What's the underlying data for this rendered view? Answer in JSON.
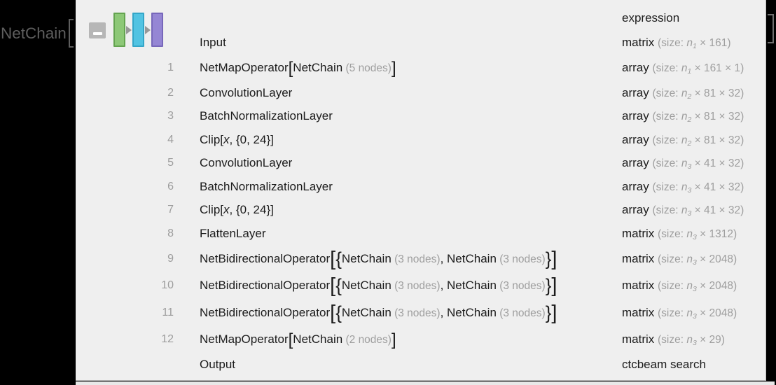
{
  "window": {
    "expr_prefix": "NetChain",
    "open_bracket": "[",
    "close_bracket": "]",
    "background": "#000000",
    "prefix_color": "#5e5e5e"
  },
  "panel": {
    "background": "#efefef",
    "text_color": "#1b1b1b",
    "muted_color": "#9e9e9e"
  },
  "icon": {
    "collapse_button": "minus-icon",
    "arrow_color": "#989898",
    "bars": [
      {
        "name": "layer-bar-green",
        "fill": "#8dc877",
        "border": "#64a450"
      },
      {
        "name": "layer-bar-blue",
        "fill": "#52c3e2",
        "border": "#34a6c8"
      },
      {
        "name": "layer-bar-purple",
        "fill": "#9586d4",
        "border": "#7767ba"
      }
    ]
  },
  "table": {
    "header": {
      "type_label": "expression"
    },
    "rows": [
      {
        "num": "",
        "label": [
          [
            "Input",
            "b"
          ]
        ],
        "kind": "matrix",
        "size": "(size: n_1 × 161)"
      },
      {
        "num": "1",
        "label": [
          [
            "NetMapOperator",
            "b"
          ],
          [
            "[",
            "bk1"
          ],
          [
            "NetChain",
            "b"
          ],
          [
            " (5 nodes)",
            "g"
          ],
          [
            "]",
            "bk1"
          ]
        ],
        "kind": "array",
        "size": "(size: n_1 × 161 × 1)"
      },
      {
        "num": "2",
        "label": [
          [
            "ConvolutionLayer",
            "b"
          ]
        ],
        "kind": "array",
        "size": "(size: n_2 × 81 × 32)"
      },
      {
        "num": "3",
        "label": [
          [
            "BatchNormalizationLayer",
            "b"
          ]
        ],
        "kind": "array",
        "size": "(size: n_2 × 81 × 32)"
      },
      {
        "num": "4",
        "label": [
          [
            "Clip[",
            "b"
          ],
          [
            "x",
            "i"
          ],
          [
            ", {0, 24}]",
            "b"
          ]
        ],
        "kind": "array",
        "size": "(size: n_2 × 81 × 32)"
      },
      {
        "num": "5",
        "label": [
          [
            "ConvolutionLayer",
            "b"
          ]
        ],
        "kind": "array",
        "size": "(size: n_3 × 41 × 32)"
      },
      {
        "num": "6",
        "label": [
          [
            "BatchNormalizationLayer",
            "b"
          ]
        ],
        "kind": "array",
        "size": "(size: n_3 × 41 × 32)"
      },
      {
        "num": "7",
        "label": [
          [
            "Clip[",
            "b"
          ],
          [
            "x",
            "i"
          ],
          [
            ", {0, 24}]",
            "b"
          ]
        ],
        "kind": "array",
        "size": "(size: n_3 × 41 × 32)"
      },
      {
        "num": "8",
        "label": [
          [
            "FlattenLayer",
            "b"
          ]
        ],
        "kind": "matrix",
        "size": "(size: n_3 × 1312)"
      },
      {
        "num": "9",
        "label": [
          [
            "NetBidirectionalOperator",
            "b"
          ],
          [
            "[",
            "bk2"
          ],
          [
            "{",
            "bc"
          ],
          [
            "NetChain",
            "b"
          ],
          [
            " (3 nodes)",
            "g"
          ],
          [
            ", ",
            "b"
          ],
          [
            "NetChain",
            "b"
          ],
          [
            " (3 nodes)",
            "g"
          ],
          [
            "}",
            "bc"
          ],
          [
            "]",
            "bk2"
          ]
        ],
        "kind": "matrix",
        "size": "(size: n_3 × 2048)"
      },
      {
        "num": "10",
        "label": [
          [
            "NetBidirectionalOperator",
            "b"
          ],
          [
            "[",
            "bk2"
          ],
          [
            "{",
            "bc"
          ],
          [
            "NetChain",
            "b"
          ],
          [
            " (3 nodes)",
            "g"
          ],
          [
            ", ",
            "b"
          ],
          [
            "NetChain",
            "b"
          ],
          [
            " (3 nodes)",
            "g"
          ],
          [
            "}",
            "bc"
          ],
          [
            "]",
            "bk2"
          ]
        ],
        "kind": "matrix",
        "size": "(size: n_3 × 2048)"
      },
      {
        "num": "11",
        "label": [
          [
            "NetBidirectionalOperator",
            "b"
          ],
          [
            "[",
            "bk2"
          ],
          [
            "{",
            "bc"
          ],
          [
            "NetChain",
            "b"
          ],
          [
            " (3 nodes)",
            "g"
          ],
          [
            ", ",
            "b"
          ],
          [
            "NetChain",
            "b"
          ],
          [
            " (3 nodes)",
            "g"
          ],
          [
            "}",
            "bc"
          ],
          [
            "]",
            "bk2"
          ]
        ],
        "kind": "matrix",
        "size": "(size: n_3 × 2048)"
      },
      {
        "num": "12",
        "label": [
          [
            "NetMapOperator",
            "b"
          ],
          [
            "[",
            "bk1"
          ],
          [
            "NetChain",
            "b"
          ],
          [
            " (2 nodes)",
            "g"
          ],
          [
            "]",
            "bk1"
          ]
        ],
        "kind": "matrix",
        "size": "(size: n_3 × 29)"
      },
      {
        "num": "",
        "label": [
          [
            "Output",
            "b"
          ]
        ],
        "kind": "ctcbeam search",
        "size": ""
      }
    ]
  }
}
